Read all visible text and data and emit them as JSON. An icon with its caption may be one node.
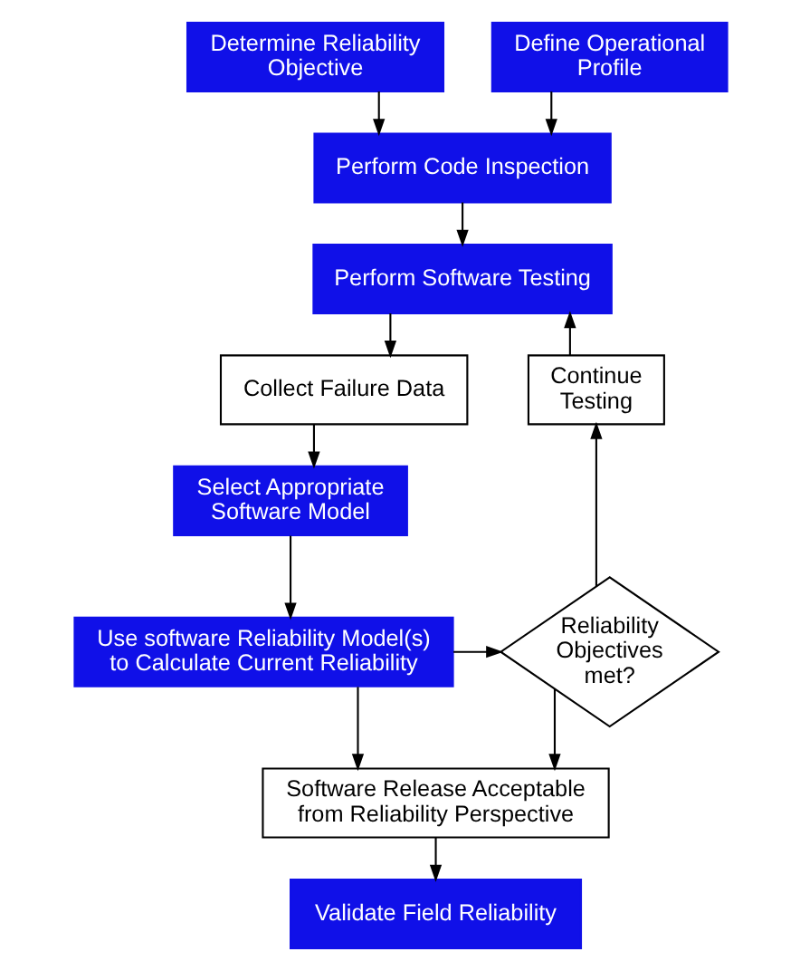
{
  "diagram": {
    "nodes": [
      {
        "text": [
          "Determine Reliability Objective"
        ]
      },
      {
        "text": [
          "Define Operational Profile"
        ]
      },
      {
        "text": [
          "Perform Code Inspection"
        ]
      },
      {
        "text": [
          "Perform Software Testing"
        ]
      },
      {
        "text": [
          "Continue Testing"
        ]
      },
      {
        "text": [
          "Collect Failure Data"
        ]
      },
      {
        "text": [
          "Select Appropriate Software Model"
        ]
      },
      {
        "text": [
          "Use software Reliability Model(s) to Calculate Current Reliability"
        ]
      },
      {
        "text": [
          "Reliability Objectives met?"
        ]
      },
      {
        "text": [
          "Software Release Acceptable from Reliability Perspective"
        ]
      },
      {
        "text": [
          "Validate Field Reliability"
        ]
      }
    ],
    "edges": [
      {
        "from": 0,
        "to": 2,
        "arrow": "to"
      },
      {
        "from": 1,
        "to": 2,
        "arrow": "to"
      },
      {
        "from": 2,
        "to": 3,
        "arrow": "to"
      },
      {
        "from": 3,
        "to": 5,
        "arrow": "to"
      },
      {
        "from": 5,
        "to": 6,
        "arrow": "to"
      },
      {
        "from": 6,
        "to": 7,
        "arrow": "to"
      },
      {
        "from": 7,
        "to": 8,
        "arrow": "to"
      },
      {
        "from": 7,
        "to": 9,
        "arrow": "to"
      },
      {
        "from": 8,
        "to": 4,
        "arrow": "to"
      },
      {
        "from": 4,
        "to": 3,
        "arrow": "to"
      },
      {
        "from": 8,
        "to": 9,
        "arrow": "to"
      },
      {
        "from": 9,
        "to": 10,
        "arrow": "to"
      }
    ]
  }
}
